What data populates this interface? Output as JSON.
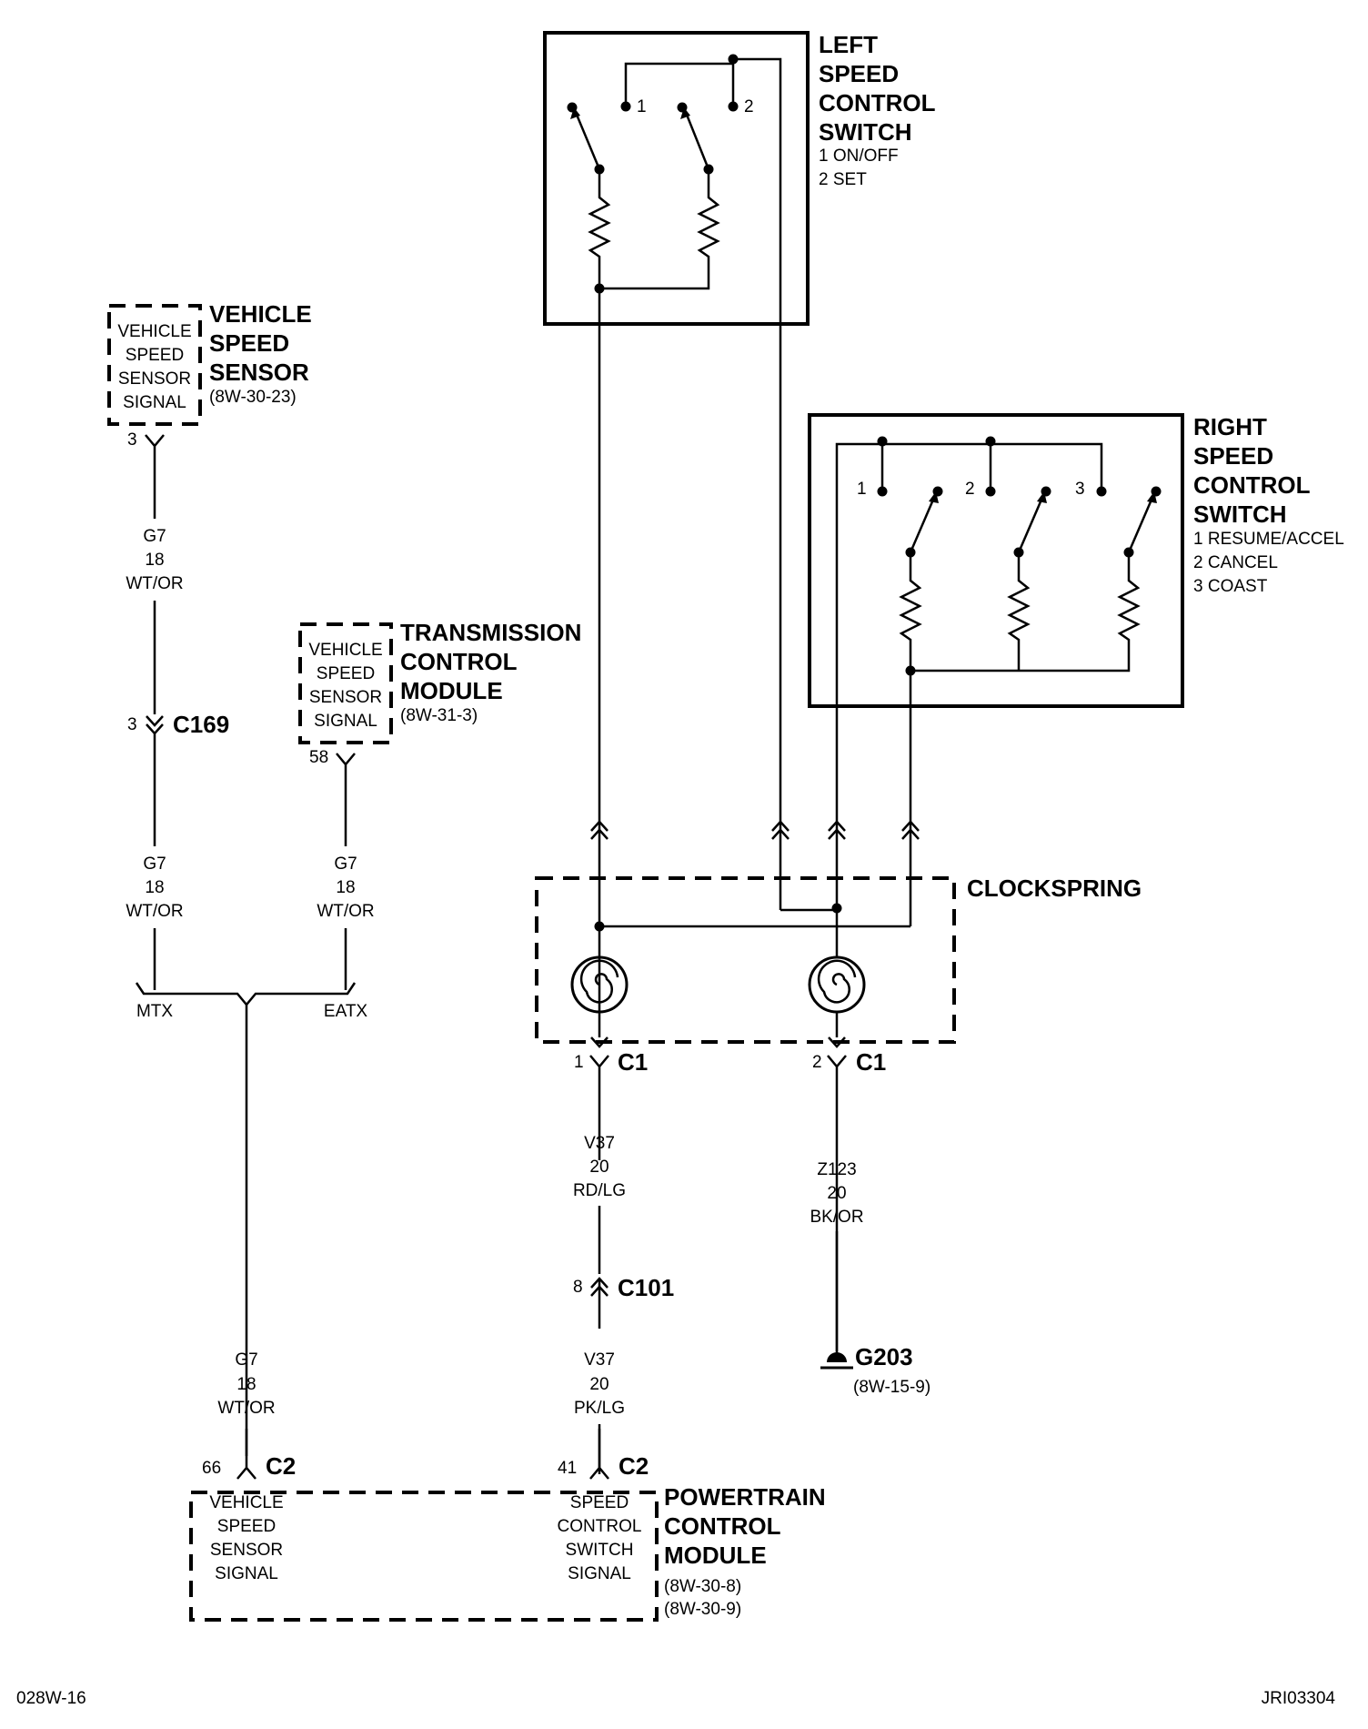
{
  "left_switch": {
    "title": [
      "LEFT",
      "SPEED",
      "CONTROL",
      "SWITCH"
    ],
    "legend": [
      "1 ON/OFF",
      "2 SET"
    ],
    "contacts": [
      "1",
      "2"
    ]
  },
  "right_switch": {
    "title": [
      "RIGHT",
      "SPEED",
      "CONTROL",
      "SWITCH"
    ],
    "legend": [
      "1 RESUME/ACCEL",
      "2 CANCEL",
      "3 COAST"
    ],
    "contacts": [
      "1",
      "2",
      "3"
    ]
  },
  "vehicle_speed_sensor": {
    "inner": [
      "VEHICLE",
      "SPEED",
      "SENSOR",
      "SIGNAL"
    ],
    "title": [
      "VEHICLE",
      "SPEED",
      "SENSOR"
    ],
    "ref": "(8W-30-23)",
    "pin": "3"
  },
  "tcm": {
    "inner": [
      "VEHICLE",
      "SPEED",
      "SENSOR",
      "SIGNAL"
    ],
    "title": [
      "TRANSMISSION",
      "CONTROL",
      "MODULE"
    ],
    "ref": "(8W-31-3)",
    "pin": "58"
  },
  "clockspring": {
    "title": "CLOCKSPRING"
  },
  "pcm": {
    "title": [
      "POWERTRAIN",
      "CONTROL",
      "MODULE"
    ],
    "refs": [
      "(8W-30-8)",
      "(8W-30-9)"
    ],
    "signal_left": [
      "VEHICLE",
      "SPEED",
      "SENSOR",
      "SIGNAL"
    ],
    "signal_right": [
      "SPEED",
      "CONTROL",
      "SWITCH",
      "SIGNAL"
    ]
  },
  "connectors": {
    "c169": {
      "name": "C169",
      "pin": "3"
    },
    "c101": {
      "name": "C101",
      "pin": "8"
    },
    "c1_left": {
      "name": "C1",
      "pin": "1"
    },
    "c1_right": {
      "name": "C1",
      "pin": "2"
    },
    "c2_left": {
      "name": "C2",
      "pin": "66"
    },
    "c2_right": {
      "name": "C2",
      "pin": "41"
    }
  },
  "wires": {
    "vss_upper": [
      "G7",
      "18",
      "WT/OR"
    ],
    "vss_lower": [
      "G7",
      "18",
      "WT/OR"
    ],
    "tcm_out": [
      "G7",
      "18",
      "WT/OR"
    ],
    "pcm_in": [
      "G7",
      "18",
      "WT/OR"
    ],
    "v37_upper": [
      "V37",
      "20",
      "RD/LG"
    ],
    "v37_lower": [
      "V37",
      "20",
      "PK/LG"
    ],
    "z123": [
      "Z123",
      "20",
      "BK/OR"
    ]
  },
  "splice": {
    "left": "MTX",
    "right": "EATX"
  },
  "ground": {
    "name": "G203",
    "ref": "(8W-15-9)"
  },
  "footer": {
    "left": "028W-16",
    "right": "JRI03304"
  }
}
